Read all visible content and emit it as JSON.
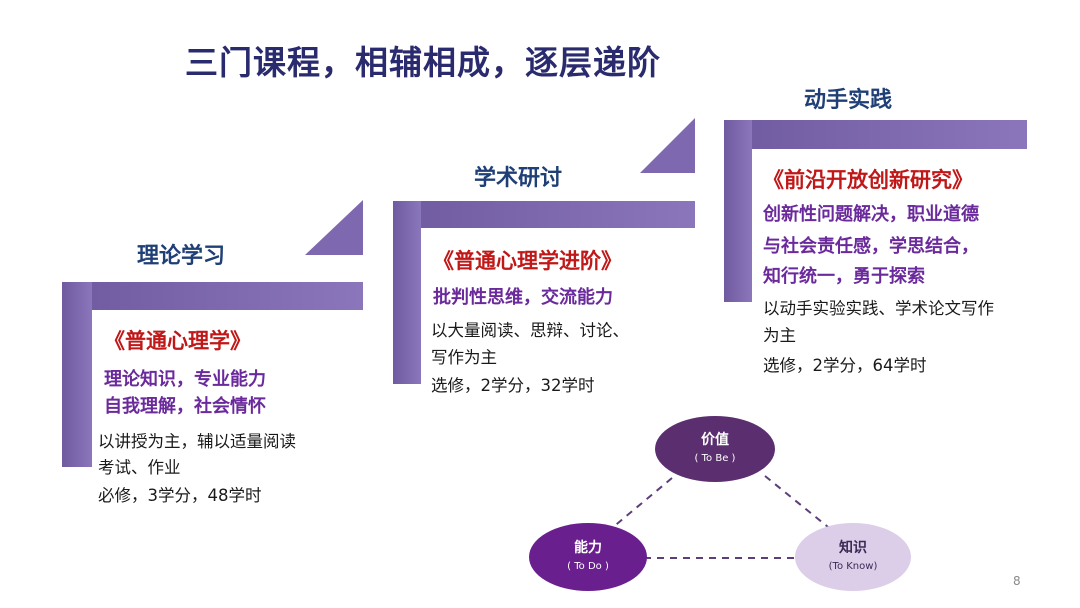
{
  "title": "三门课程，相辅相成，逐层递阶",
  "stages": [
    {
      "label": "理论学习",
      "course": "《普通心理学》",
      "highlights": [
        "理论知识，专业能力",
        "自我理解，社会情怀"
      ],
      "details": [
        "以讲授为主，辅以适量阅读",
        "考试、作业",
        "必修，3学分，48学时"
      ]
    },
    {
      "label": "学术研讨",
      "course": "《普通心理学进阶》",
      "highlights": [
        "批判性思维，交流能力"
      ],
      "details": [
        "以大量阅读、思辩、讨论、",
        "写作为主",
        "选修，2学分，32学时"
      ]
    },
    {
      "label": "动手实践",
      "course": "《前沿开放创新研究》",
      "highlights": [
        "创新性问题解决，职业道德",
        "与社会责任感，学思结合，",
        "知行统一，勇于探索"
      ],
      "details": [
        "以动手实验实践、学术论文写作",
        "为主",
        "选修，2学分，64学时"
      ]
    }
  ],
  "diagram": {
    "nodes": [
      {
        "label": "价值",
        "sub": "( To Be )",
        "color": "#5b2f6f",
        "text_color": "#ffffff"
      },
      {
        "label": "能力",
        "sub": "( To Do )",
        "color": "#6a1f8e",
        "text_color": "#ffffff"
      },
      {
        "label": "知识",
        "sub": "(To Know)",
        "color": "#dccde9",
        "text_color": "#3a2a55"
      }
    ],
    "line_color": "#5b3f7a"
  },
  "page_number": "8"
}
